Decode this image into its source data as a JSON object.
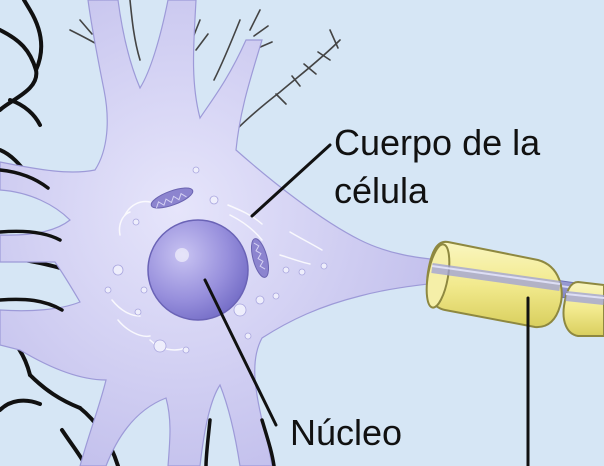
{
  "labels": {
    "cell_body_line1": "Cuerpo de la",
    "cell_body_line2": "célula",
    "nucleus": "Núcleo"
  },
  "colors": {
    "background": "#d6e6f5",
    "cell_body": "#c9c7ef",
    "nucleus": "#8f86d6",
    "myelin": "#f2ec98",
    "axon": "#8d90c8",
    "outline": "#111111"
  }
}
